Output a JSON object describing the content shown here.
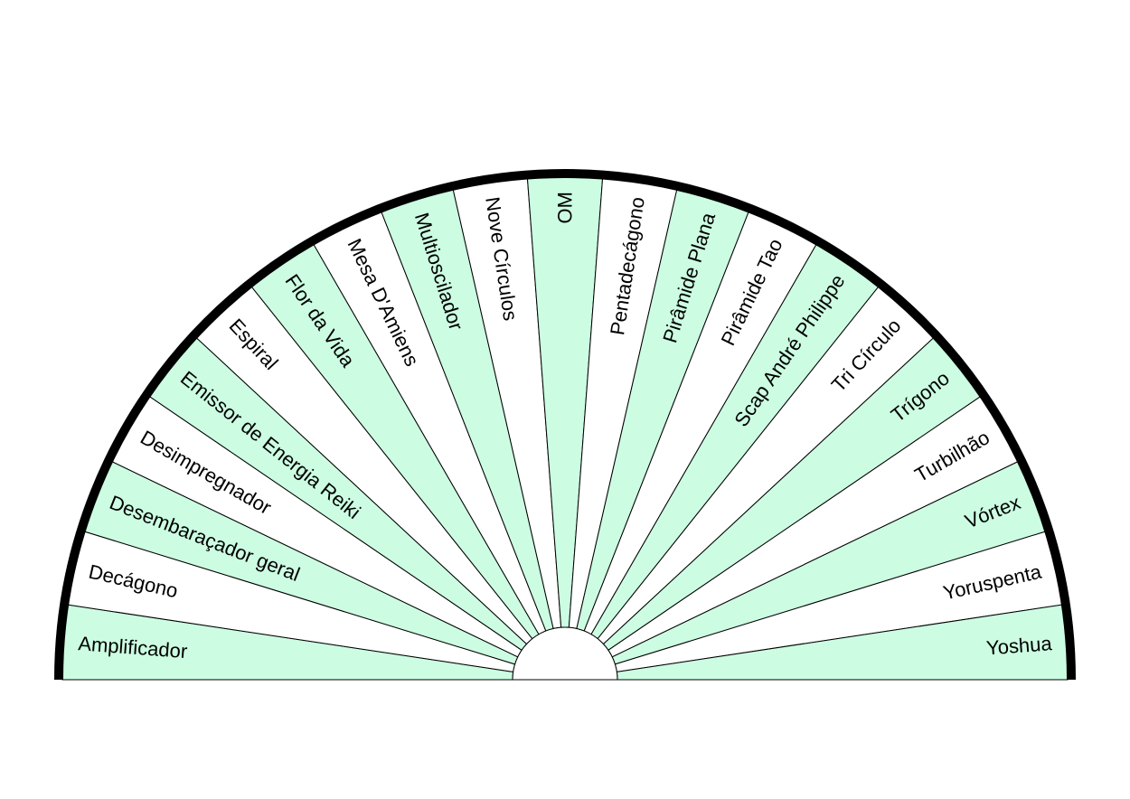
{
  "colors": {
    "fill_a": "#ccfde2",
    "fill_b": "#ffffff",
    "outline": "#000000"
  },
  "segments": [
    {
      "label": "Amplificador",
      "fill": "fill_a"
    },
    {
      "label": "Decágono",
      "fill": "fill_b"
    },
    {
      "label": "Desembaraçador geral",
      "fill": "fill_a"
    },
    {
      "label": "Desimpregnador",
      "fill": "fill_b"
    },
    {
      "label": "Emissor de Energia Reiki",
      "fill": "fill_a"
    },
    {
      "label": "Espiral",
      "fill": "fill_b"
    },
    {
      "label": "Flor da Vida",
      "fill": "fill_a"
    },
    {
      "label": "Mesa D'Amiens",
      "fill": "fill_b"
    },
    {
      "label": "Multioscilador",
      "fill": "fill_a"
    },
    {
      "label": "Nove Círculos",
      "fill": "fill_b"
    },
    {
      "label": "OM",
      "fill": "fill_a"
    },
    {
      "label": "Pentadecágono",
      "fill": "fill_b"
    },
    {
      "label": "Pirâmide Plana",
      "fill": "fill_a"
    },
    {
      "label": "Pirâmide Tao",
      "fill": "fill_b"
    },
    {
      "label": "Scap André Philippe",
      "fill": "fill_a"
    },
    {
      "label": "Tri Círculo",
      "fill": "fill_b"
    },
    {
      "label": "Trígono",
      "fill": "fill_a"
    },
    {
      "label": "Turbilhão",
      "fill": "fill_b"
    },
    {
      "label": "Vórtex",
      "fill": "fill_a"
    },
    {
      "label": "Yoruspenta",
      "fill": "fill_b"
    },
    {
      "label": "Yoshua",
      "fill": "fill_a"
    }
  ]
}
